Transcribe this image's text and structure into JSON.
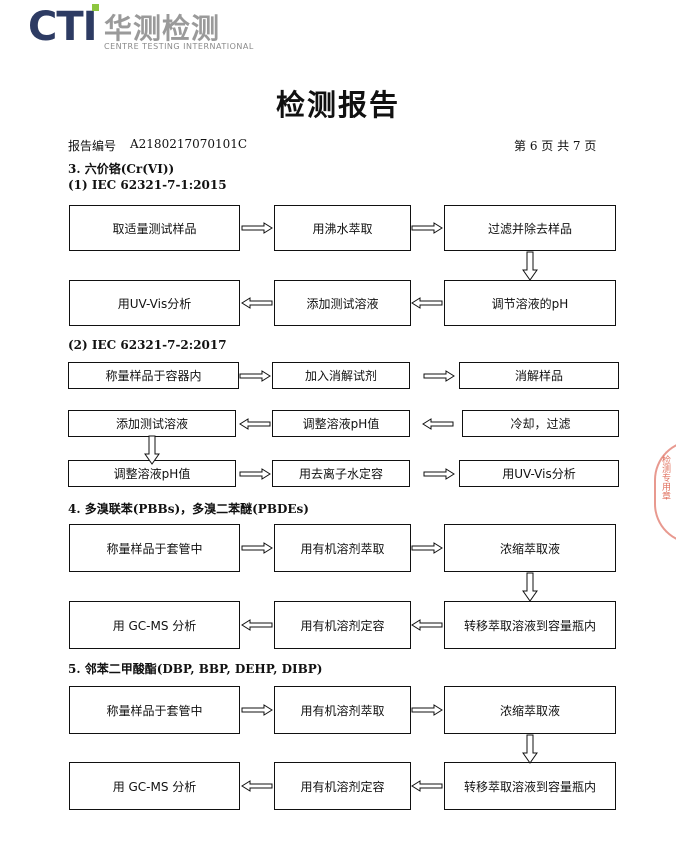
{
  "header": {
    "logo_brand": "CTI",
    "logo_cn": "华测检测",
    "logo_en": "CENTRE TESTING INTERNATIONAL"
  },
  "title": "检测报告",
  "report_no_label": "报告编号",
  "report_no": "A2180217070101C",
  "page_info": "第 6 页   共 7 页",
  "stamp_text": "检测专用章",
  "sections": {
    "s3": {
      "title": "3. 六价铬(Cr(VI))",
      "sub1": {
        "title": "(1) IEC 62321-7-1:2015",
        "steps": [
          "取适量测试样品",
          "用沸水萃取",
          "过滤并除去样品",
          "调节溶液的pH",
          "添加测试溶液",
          "用UV-Vis分析"
        ]
      },
      "sub2": {
        "title": "(2) IEC 62321-7-2:2017",
        "steps": [
          "称量样品于容器内",
          "加入消解试剂",
          "消解样品",
          "冷却，过滤",
          "调整溶液pH值",
          "添加测试溶液",
          "调整溶液pH值",
          "用去离子水定容",
          "用UV-Vis分析"
        ]
      }
    },
    "s4": {
      "title": "4. 多溴联苯(PBBs)，多溴二苯醚(PBDEs)",
      "steps": [
        "称量样品于套管中",
        "用有机溶剂萃取",
        "浓缩萃取液",
        "转移萃取溶液到容量瓶内",
        "用有机溶剂定容",
        "用 GC-MS 分析"
      ]
    },
    "s5": {
      "title": "5. 邻苯二甲酸酯(DBP, BBP, DEHP, DIBP)",
      "steps": [
        "称量样品于套管中",
        "用有机溶剂萃取",
        "浓缩萃取液",
        "转移萃取溶液到容量瓶内",
        "用有机溶剂定容",
        "用 GC-MS 分析"
      ]
    }
  }
}
